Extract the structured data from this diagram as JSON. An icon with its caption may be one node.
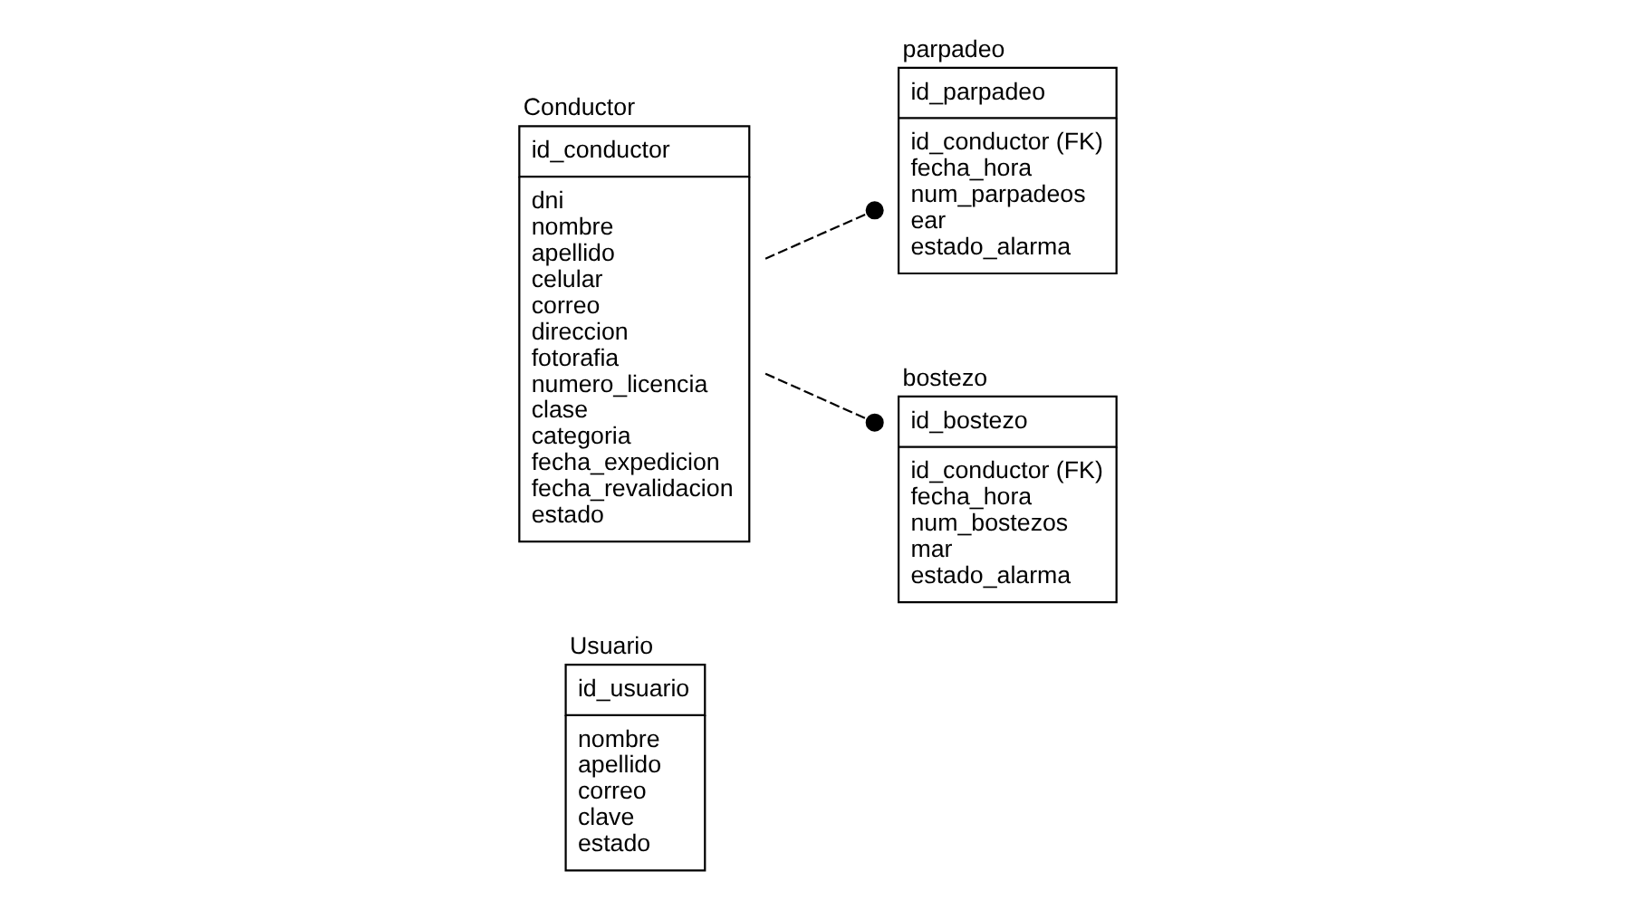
{
  "diagram": {
    "nodes": [
      {
        "text": [
          "Usuario",
          "id_usuario",
          "nombre",
          "apellido",
          "correo",
          "clave",
          "estado"
        ]
      },
      {
        "text": [
          "Conductor",
          "id_conductor",
          "dni",
          "nombre",
          "apellido",
          "celular",
          "correo",
          "direccion",
          "fotorafia",
          "numero_licencia",
          "clase",
          "categoria",
          "fecha_expedicion",
          "fecha_revalidacion",
          "estado"
        ]
      },
      {
        "text": [
          "parpadeo",
          "id_parpadeo",
          "id_conductor (FK)",
          "fecha_hora",
          "num_parpadeos",
          "ear",
          "estado_alarma"
        ]
      },
      {
        "text": [
          "bostezo",
          "id_bostezo",
          "id_conductor (FK)",
          "fecha_hora",
          "num_bostezos",
          "mar",
          "estado_alarma"
        ]
      }
    ],
    "edges": [
      {
        "from": 1,
        "to": 2,
        "arrow": "other",
        "style": "dashed"
      },
      {
        "from": 1,
        "to": 3,
        "arrow": "other",
        "style": "dashed"
      }
    ]
  }
}
